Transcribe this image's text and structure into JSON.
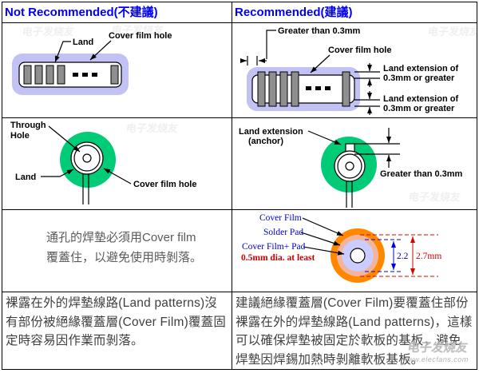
{
  "header": {
    "not_recommended": "Not Recommended(不建議)",
    "recommended": "Recommended(建議)"
  },
  "row1": {
    "left": {
      "land": "Land",
      "cover_film_hole": "Cover film hole"
    },
    "right": {
      "greater_than": "Greater than 0.3mm",
      "cover_film_hole": "Cover film hole",
      "land_ext_top": {
        "line1": "Land extension of",
        "line2": "0.3mm or greater"
      },
      "land_ext_bottom": {
        "line1": "Land extension of",
        "line2": "0.3mm or greater"
      }
    }
  },
  "row2": {
    "left": {
      "through_hole": {
        "line1": "Through",
        "line2": "Hole"
      },
      "land": "Land",
      "cover_film_hole": "Cover film hole"
    },
    "right": {
      "land_extension": {
        "line1": "Land extension",
        "line2": "(anchor)"
      },
      "greater_than": "Greater than 0.3mm"
    }
  },
  "row3": {
    "left": {
      "line1": "通孔的焊墊必須用Cover film",
      "line2": "覆蓋住，以避免使用時剝落。"
    },
    "right": {
      "cover_film": "Cover Film",
      "solder_pad": "Solder Pad",
      "cover_film_pad": "Cover Film+ Pad",
      "min_dia": "0.5mm dia. at least",
      "dim_inner": "2.2",
      "dim_outer": "2.7mm"
    }
  },
  "row4": {
    "left": "裸露在外的焊墊線路(Land patterns)沒有部份被絕緣覆蓋層(Cover Film)覆蓋固定時容易因作業而剝落。",
    "right": "建議絕緣覆蓋層(Cover Film)要覆蓋住部份裸露在外的焊墊線路(Land patterns)，這樣可以確保焊墊被固定於軟板的基板，避免焊墊因焊錫加熱時剝離軟板基板。"
  },
  "watermark": {
    "brand": "电子发烧友",
    "site": "www.elecfans.com"
  },
  "colors": {
    "header_text": "#0000ee",
    "cover_film_lavender": "#c2c2f5",
    "hole_white": "#ffffff",
    "land_gray": "#8f8f8f",
    "cover_film_green": "#00cc77",
    "cover_film_orange": "#ff8800",
    "solder_pad_pink": "#f2b49b",
    "pad_lavender": "#ccccff",
    "dim_blue": "#0000dd",
    "dim_red": "#dd0000"
  }
}
